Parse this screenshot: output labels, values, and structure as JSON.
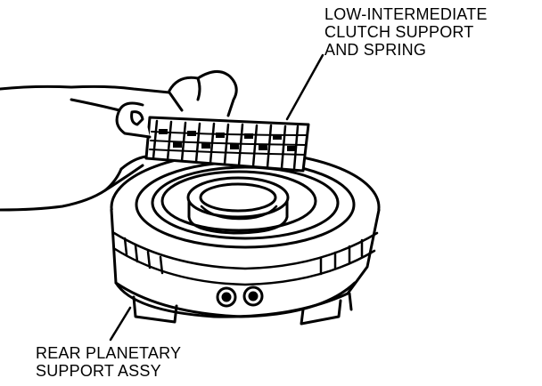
{
  "callouts": {
    "top": [
      "LOW-INTERMEDIATE",
      "CLUTCH SUPPORT",
      "AND SPRING"
    ],
    "bottom": [
      "REAR PLANETARY",
      "SUPPORT ASSY"
    ]
  }
}
